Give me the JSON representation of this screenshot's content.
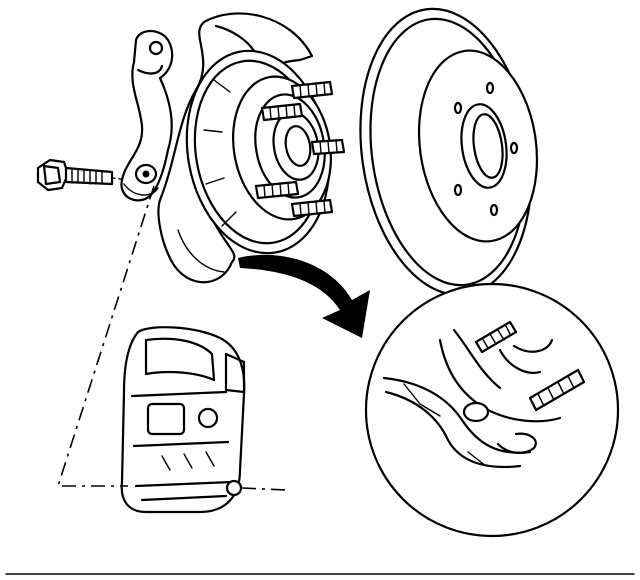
{
  "diagram": {
    "components": [
      {
        "id": "bolt",
        "icon": "hex-bolt-icon"
      },
      {
        "id": "steering-knuckle",
        "icon": "knuckle-icon"
      },
      {
        "id": "dust-shield",
        "icon": "shield-plate-icon"
      },
      {
        "id": "hub-bearing",
        "icon": "hub-icon"
      },
      {
        "id": "brake-rotor",
        "icon": "rotor-disc-icon"
      },
      {
        "id": "brake-caliper",
        "icon": "caliper-icon"
      },
      {
        "id": "detail-magnifier",
        "icon": "magnifier-circle-icon"
      }
    ],
    "colors": {
      "ink": "#000000",
      "paper": "#ffffff"
    }
  }
}
